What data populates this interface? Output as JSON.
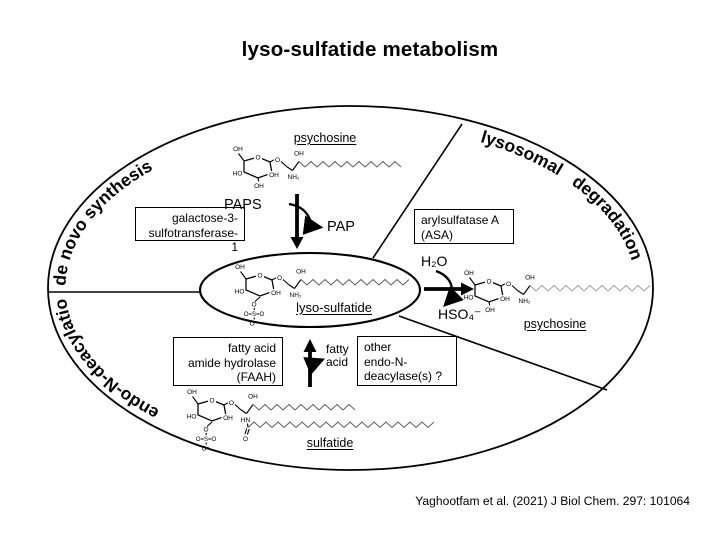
{
  "title": "lyso-sulfatide metabolism",
  "citation": "Yaghootfam et al. (2021) J Biol Chem. 297: 101064",
  "sectors": {
    "de_novo": "de novo synthesis",
    "lysosomal": "lysosomal degradation",
    "endo_n": "endo-N-deacylation"
  },
  "enzymes": {
    "gal3st1": {
      "line1": "galactose-3-",
      "line2": "sulfotransferase-1"
    },
    "asa": {
      "line1": "arylsulfatase A",
      "line2": "(ASA)"
    },
    "faah": {
      "line1": "fatty acid",
      "line2": "amide hydrolase",
      "line3": "(FAAH)"
    },
    "other": {
      "line1": "other",
      "line2": "endo-N-",
      "line3": "deacylase(s) ?"
    }
  },
  "metabolites": {
    "psychosine_top": "psychosine",
    "lyso_sulfatide": "lyso-sulfatide",
    "psychosine_right": "psychosine",
    "sulfatide": "sulfatide"
  },
  "cofactors": {
    "paps": "PAPS",
    "pap": "PAP",
    "h2o": "H₂O",
    "hso4": "HSO₄⁻",
    "fatty_line1": "fatty",
    "fatty_line2": "acid"
  },
  "atoms": {
    "oh": "OH",
    "ho": "HO",
    "o": "O",
    "nh2": "NH₂",
    "hn": "HN",
    "o_neg": "O⁻",
    "sulfo": "O=S=O"
  },
  "colors": {
    "ink": "#000000",
    "chain": "#555555",
    "chain_gray": "#999999",
    "background": "#ffffff"
  }
}
